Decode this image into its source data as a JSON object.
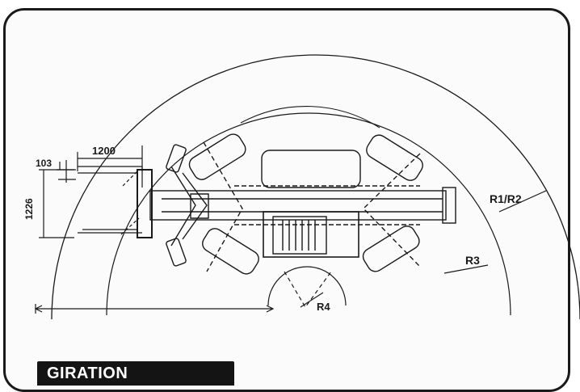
{
  "labels": {
    "dim_103": "103",
    "dim_1200": "1200",
    "dim_1226": "1226",
    "r1_r2": "R1/R2",
    "r3": "R3",
    "r4": "R4"
  },
  "section_title": "GIRATION",
  "colors": {
    "ink": "#1a1a1a",
    "paper": "#fbfbfb",
    "tag_bg": "#141414",
    "tag_text": "#ffffff"
  }
}
